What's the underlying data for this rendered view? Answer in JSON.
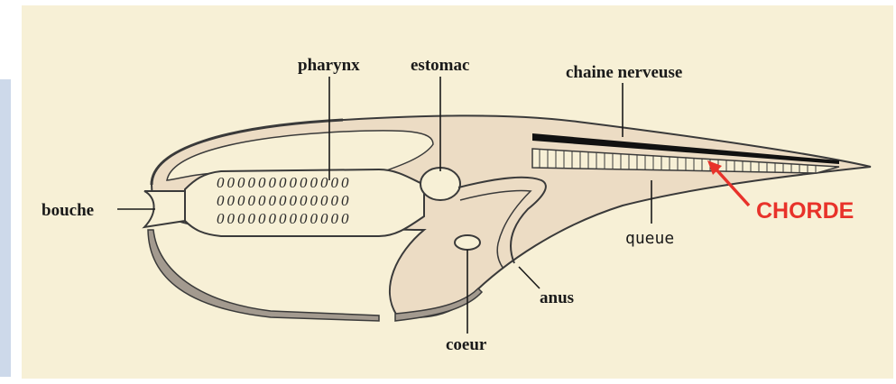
{
  "diagram": {
    "labels": {
      "pharynx": "pharynx",
      "estomac": "estomac",
      "chaine_nerveuse": "chaine nerveuse",
      "bouche": "bouche",
      "queue": "queue",
      "chorde": "CHORDE",
      "anus": "anus",
      "coeur": "coeur"
    },
    "gill_slits": {
      "row1": "0000000000000",
      "row2": "0000000000000",
      "row3": "0000000000000"
    }
  },
  "colors": {
    "background": "#f7f0d6",
    "body_fill": "#ecdcc4",
    "outline": "#3a3a3a",
    "dark_band": "#a39a8f",
    "nerve_cord": "#111111",
    "chorde_label": "#e8322a"
  }
}
